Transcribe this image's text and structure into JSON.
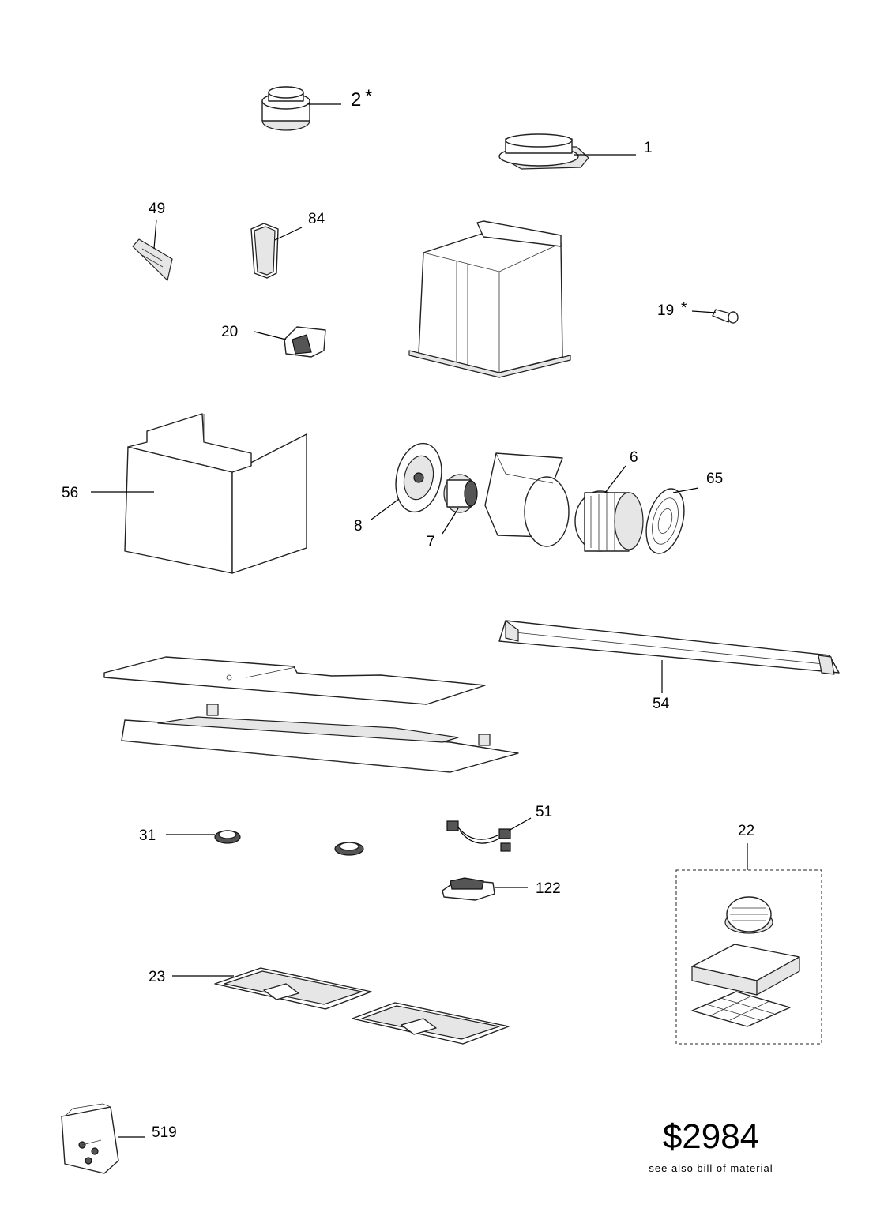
{
  "labels": {
    "p2": "2",
    "p2_star": "*",
    "p1": "1",
    "p49": "49",
    "p84": "84",
    "p20": "20",
    "p19": "19",
    "p19_star": "*",
    "p56": "56",
    "p8": "8",
    "p7": "7",
    "p6": "6",
    "p65": "65",
    "p54": "54",
    "p31": "31",
    "p51": "51",
    "p122": "122",
    "p22": "22",
    "p23": "23",
    "p519": "519"
  },
  "price": {
    "value": "$2984",
    "note": "see also bill of material"
  }
}
